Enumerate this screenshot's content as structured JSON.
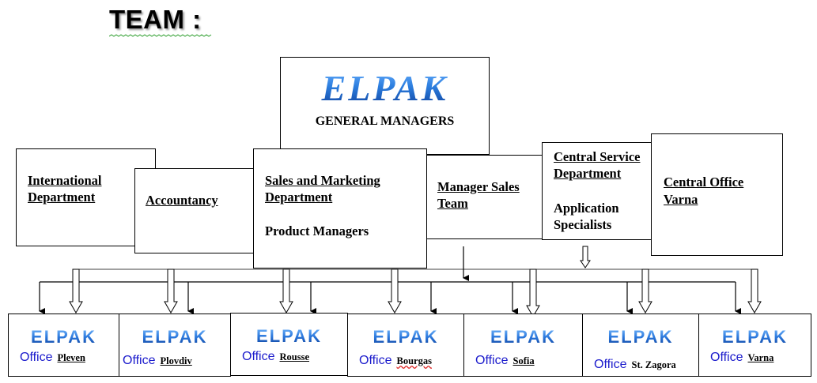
{
  "title": "TEAM :",
  "top": {
    "logo": "ELPAK",
    "label": "GENERAL MANAGERS"
  },
  "departments": {
    "international": {
      "line1": "International",
      "line2": "Department"
    },
    "accountancy": {
      "label": "Accountancy"
    },
    "sales": {
      "line1": "Sales and Marketing",
      "line2": "Department",
      "sub": "Product Managers"
    },
    "manager_sales": {
      "line1": "Manager Sales",
      "line2": "Team"
    },
    "central_service": {
      "line1": "Central Service",
      "line2": "Department",
      "sub1": "Application",
      "sub2": "Specialists"
    },
    "central_office": {
      "line1": "Central Office",
      "line2": "Varna"
    }
  },
  "offices": [
    {
      "logo": "ELPAK",
      "word": "Office",
      "city": "Pleven"
    },
    {
      "logo": "ELPAK",
      "word": "Office",
      "city": "Plovdiv"
    },
    {
      "logo": "ELPAK",
      "word": "Office",
      "city": "Rousse"
    },
    {
      "logo": "ELPAK",
      "word": "Office",
      "city": "Bourgas"
    },
    {
      "logo": "ELPAK",
      "word": "Office",
      "city": "Sofia"
    },
    {
      "logo": "ELPAK",
      "word": "Office",
      "city": "St. Zagora"
    },
    {
      "logo": "ELPAK",
      "word": "Office",
      "city": "Varna"
    }
  ]
}
